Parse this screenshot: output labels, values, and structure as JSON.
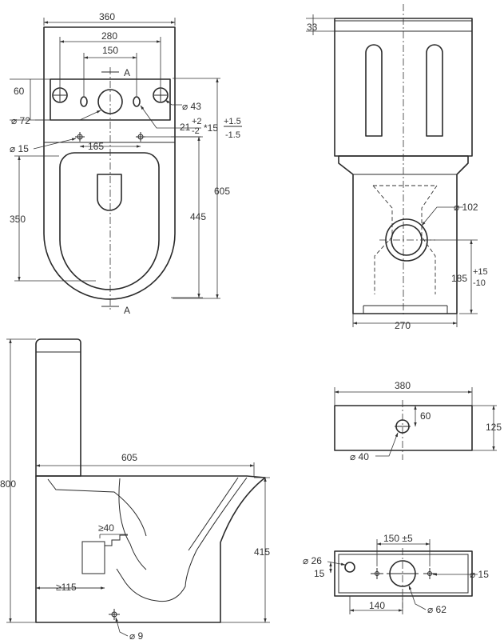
{
  "top_view": {
    "dim_overall_width": "360",
    "dim_holes_outer": "280",
    "dim_holes_inner": "150",
    "dim_depth_tank": "60",
    "dim_large_hole": "⌀ 72",
    "dim_small_hole": "⌀ 43",
    "dim_fix_hole": "⌀ 15",
    "dim_fix_spacing": "165",
    "dim_offset_base": "21",
    "dim_offset_tol_up": "+2",
    "dim_offset_tol_dn": "-2",
    "dim_offset_mult": "*15",
    "dim_frac_up": "+1.5",
    "dim_frac_dn": "-1.5",
    "dim_total_length": "605",
    "dim_bowl_length": "445",
    "dim_seat_length": "350",
    "section_label_top": "A",
    "section_label_bottom": "A"
  },
  "front_view": {
    "dim_lid_height": "33",
    "dim_outlet_diameter": "⌀ 102",
    "dim_outlet_height": "185",
    "dim_outlet_tol_up": "+15",
    "dim_outlet_tol_dn": "-10",
    "dim_base_width": "270"
  },
  "side_view": {
    "dim_total_height": "800",
    "dim_length": "605",
    "dim_bowl_height": "415",
    "dim_min_40": "≥40",
    "dim_min_115": "≥115",
    "dim_fix_hole": "⌀ 9"
  },
  "tank_front": {
    "dim_width": "380",
    "dim_height": "125",
    "dim_hole_offset": "60",
    "dim_hole": "⌀ 40"
  },
  "tank_top": {
    "dim_spacing": "150 ±5",
    "dim_center": "140",
    "dim_left_hole": "⌀ 26",
    "dim_left_offset": "15",
    "dim_right_hole": "⌀ 15",
    "dim_center_hole": "⌀ 62"
  }
}
